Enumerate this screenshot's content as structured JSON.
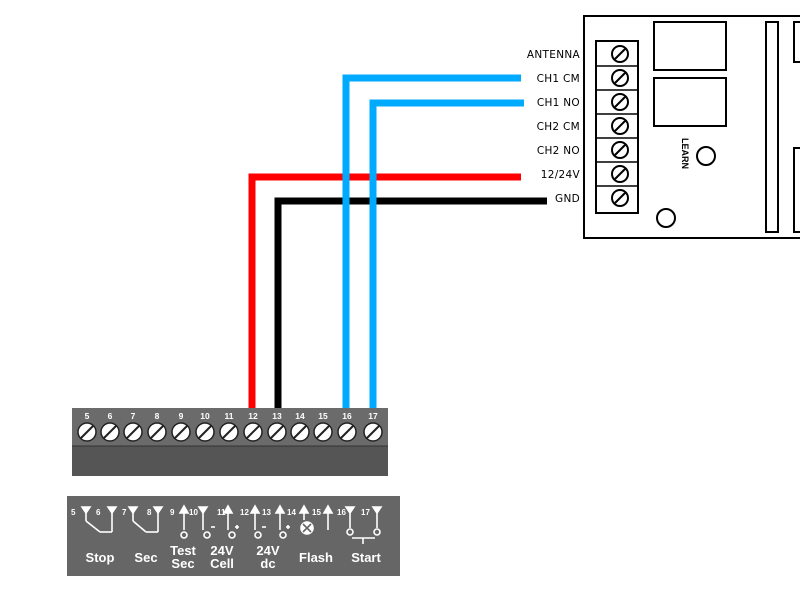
{
  "receiver": {
    "terminals": [
      "ANTENNA",
      "CH1 CM",
      "CH1 NO",
      "CH2 CM",
      "CH2 NO",
      "12/24V",
      "GND"
    ],
    "learn_label": "LEARN"
  },
  "control_board": {
    "terminal_numbers": [
      "5",
      "6",
      "7",
      "8",
      "9",
      "10",
      "11",
      "12",
      "13",
      "14",
      "15",
      "16",
      "17"
    ],
    "legend_labels": [
      {
        "line1": "Stop"
      },
      {
        "line1": "Sec"
      },
      {
        "line1": "Test",
        "line2": "Sec"
      },
      {
        "line1": "24V",
        "line2": "Cell"
      },
      {
        "line1": "24V",
        "line2": "dc"
      },
      {
        "line1": "Flash"
      },
      {
        "line1": "Start"
      }
    ]
  },
  "wires": [
    {
      "from": "CH1 CM",
      "to": "16",
      "color": "#00aaff"
    },
    {
      "from": "CH1 NO",
      "to": "17",
      "color": "#00aaff"
    },
    {
      "from": "12/24V",
      "to": "12",
      "color": "#ff0000"
    },
    {
      "from": "GND",
      "to": "13",
      "color": "#000000"
    }
  ],
  "colors": {
    "board": "#6b6b6b",
    "board_dark": "#555555",
    "wire_blue": "#00aaff",
    "wire_red": "#ff0000",
    "wire_black": "#000000"
  }
}
